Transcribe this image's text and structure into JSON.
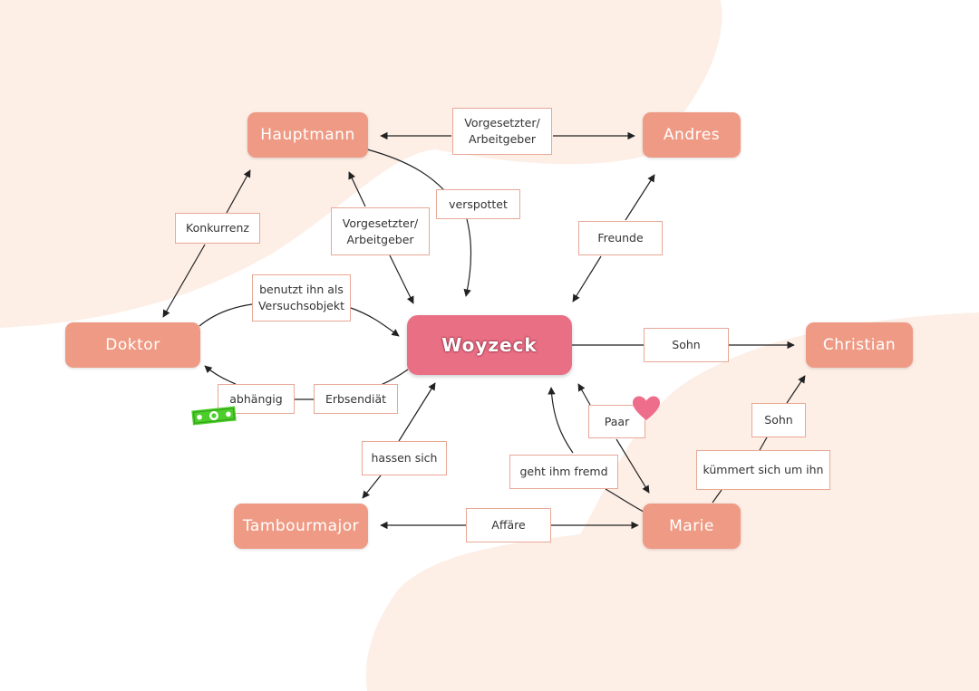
{
  "center": {
    "label": "Woyzeck"
  },
  "nodes": {
    "hauptmann": "Hauptmann",
    "andres": "Andres",
    "doktor": "Doktor",
    "christian": "Christian",
    "tambourmajor": "Tambourmajor",
    "marie": "Marie"
  },
  "relations": {
    "hauptmann_andres": [
      "Vorgesetzter/",
      "Arbeitgeber"
    ],
    "hauptmann_woyzeck": [
      "Vorgesetzter/",
      "Arbeitgeber"
    ],
    "verspottet": "verspottet",
    "konkurrenz": "Konkurrenz",
    "freunde": "Freunde",
    "versuchsobjekt": [
      "benutzt ihn als",
      "Versuchsobjekt"
    ],
    "sohn_woyzeck": "Sohn",
    "abhaengig": "abhängig",
    "erbsendiaet": "Erbsendiät",
    "paar": "Paar",
    "hassen_sich": "hassen sich",
    "geht_fremd": "geht ihm fremd",
    "kuemmert": "kümmert sich um ihn",
    "sohn_marie": "Sohn",
    "affaere": "Affäre"
  },
  "icons": {
    "heart": "heart-icon",
    "money": "money-icon"
  },
  "colors": {
    "node": "#ef9a84",
    "center": "#e96f85",
    "background_blob": "#fdeee6",
    "label_border": "#e8a896",
    "heart": "#ee6d8a",
    "money": "#4cce2a"
  }
}
